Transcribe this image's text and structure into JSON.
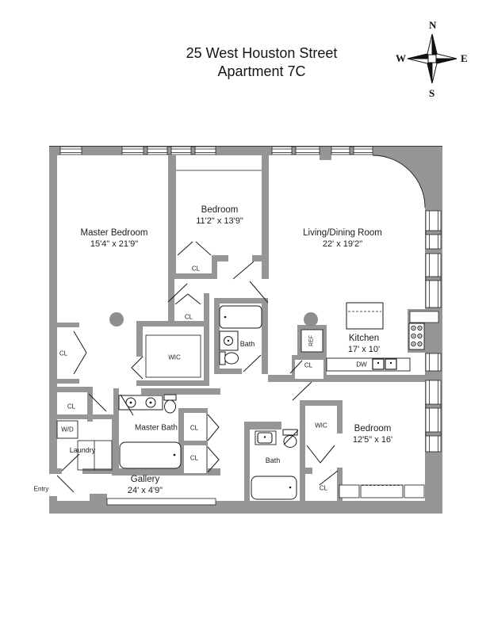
{
  "title": {
    "line1": "25 West Houston Street",
    "line2": "Apartment 7C"
  },
  "compass": {
    "north": "N",
    "south": "S",
    "east": "E",
    "west": "W"
  },
  "rooms": {
    "master_bedroom": {
      "name": "Master Bedroom",
      "dims": "15'4\" x 21'9\""
    },
    "bedroom2": {
      "name": "Bedroom",
      "dims": "11'2\" x 13'9\""
    },
    "living_dining": {
      "name": "Living/Dining Room",
      "dims": "22' x 19'2\""
    },
    "kitchen": {
      "name": "Kitchen",
      "dims": "17' x 10'"
    },
    "bedroom3": {
      "name": "Bedroom",
      "dims": "12'5\" x 16'"
    },
    "gallery": {
      "name": "Gallery",
      "dims": "24' x 4'9\""
    },
    "master_bath": {
      "name": "Master Bath"
    },
    "bath_upper": {
      "name": "Bath"
    },
    "bath_lower": {
      "name": "Bath"
    },
    "wic_master": {
      "name": "WIC"
    },
    "wic_bedroom3": {
      "name": "WIC"
    },
    "laundry": {
      "name": "Laundry"
    }
  },
  "labels": {
    "closet": "CL",
    "washer_dryer": "W/D",
    "dishwasher": "DW",
    "refrigerator": "REF",
    "entry": "Entry"
  },
  "colors": {
    "wall_gray": "#969696",
    "line": "#1a1a1a",
    "text": "#111111"
  }
}
